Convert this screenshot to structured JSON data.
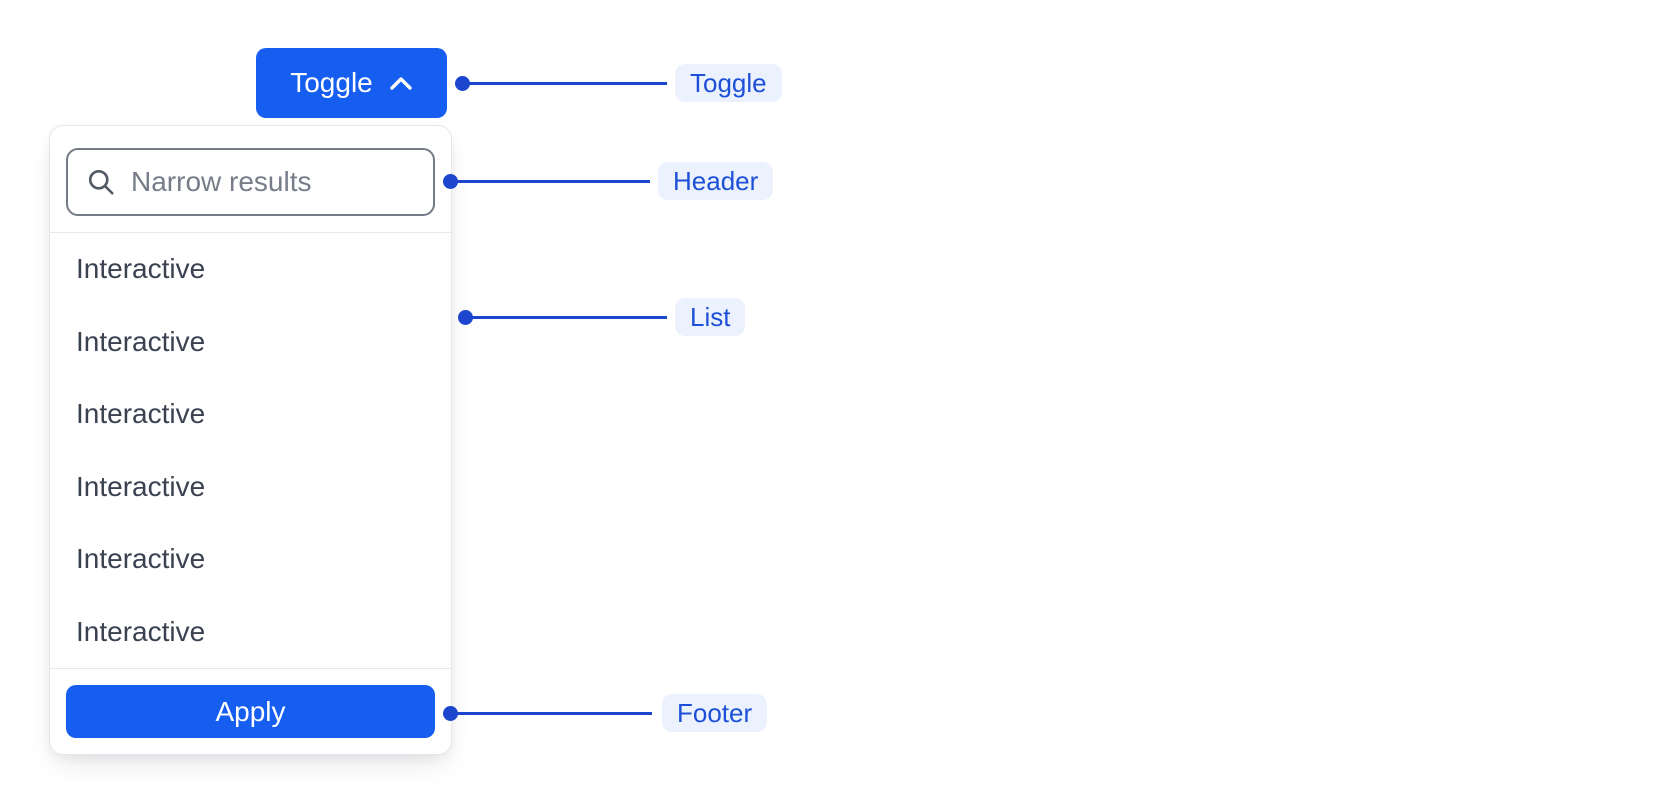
{
  "colors": {
    "primary_blue": "#155EEF",
    "annotation_line_blue": "#1C46CE",
    "annotation_badge_bg": "#ECF2FD",
    "annotation_badge_text": "#1D4FD8",
    "panel_border": "#E3E6EA",
    "divider": "#E7E9EC",
    "search_border": "#757B86",
    "placeholder_text": "#767D89",
    "item_text": "#3A4150"
  },
  "toggle_button": {
    "label": "Toggle",
    "icon": "chevron-up-icon"
  },
  "dropdown_panel": {
    "header": {
      "search": {
        "icon": "search-icon",
        "placeholder": "Narrow results",
        "value": ""
      }
    },
    "list": {
      "items": [
        "Interactive",
        "Interactive",
        "Interactive",
        "Interactive",
        "Interactive",
        "Interactive"
      ]
    },
    "footer": {
      "apply_label": "Apply"
    }
  },
  "annotations": {
    "toggle": {
      "label": "Toggle"
    },
    "header": {
      "label": "Header"
    },
    "list": {
      "label": "List"
    },
    "footer": {
      "label": "Footer"
    }
  }
}
